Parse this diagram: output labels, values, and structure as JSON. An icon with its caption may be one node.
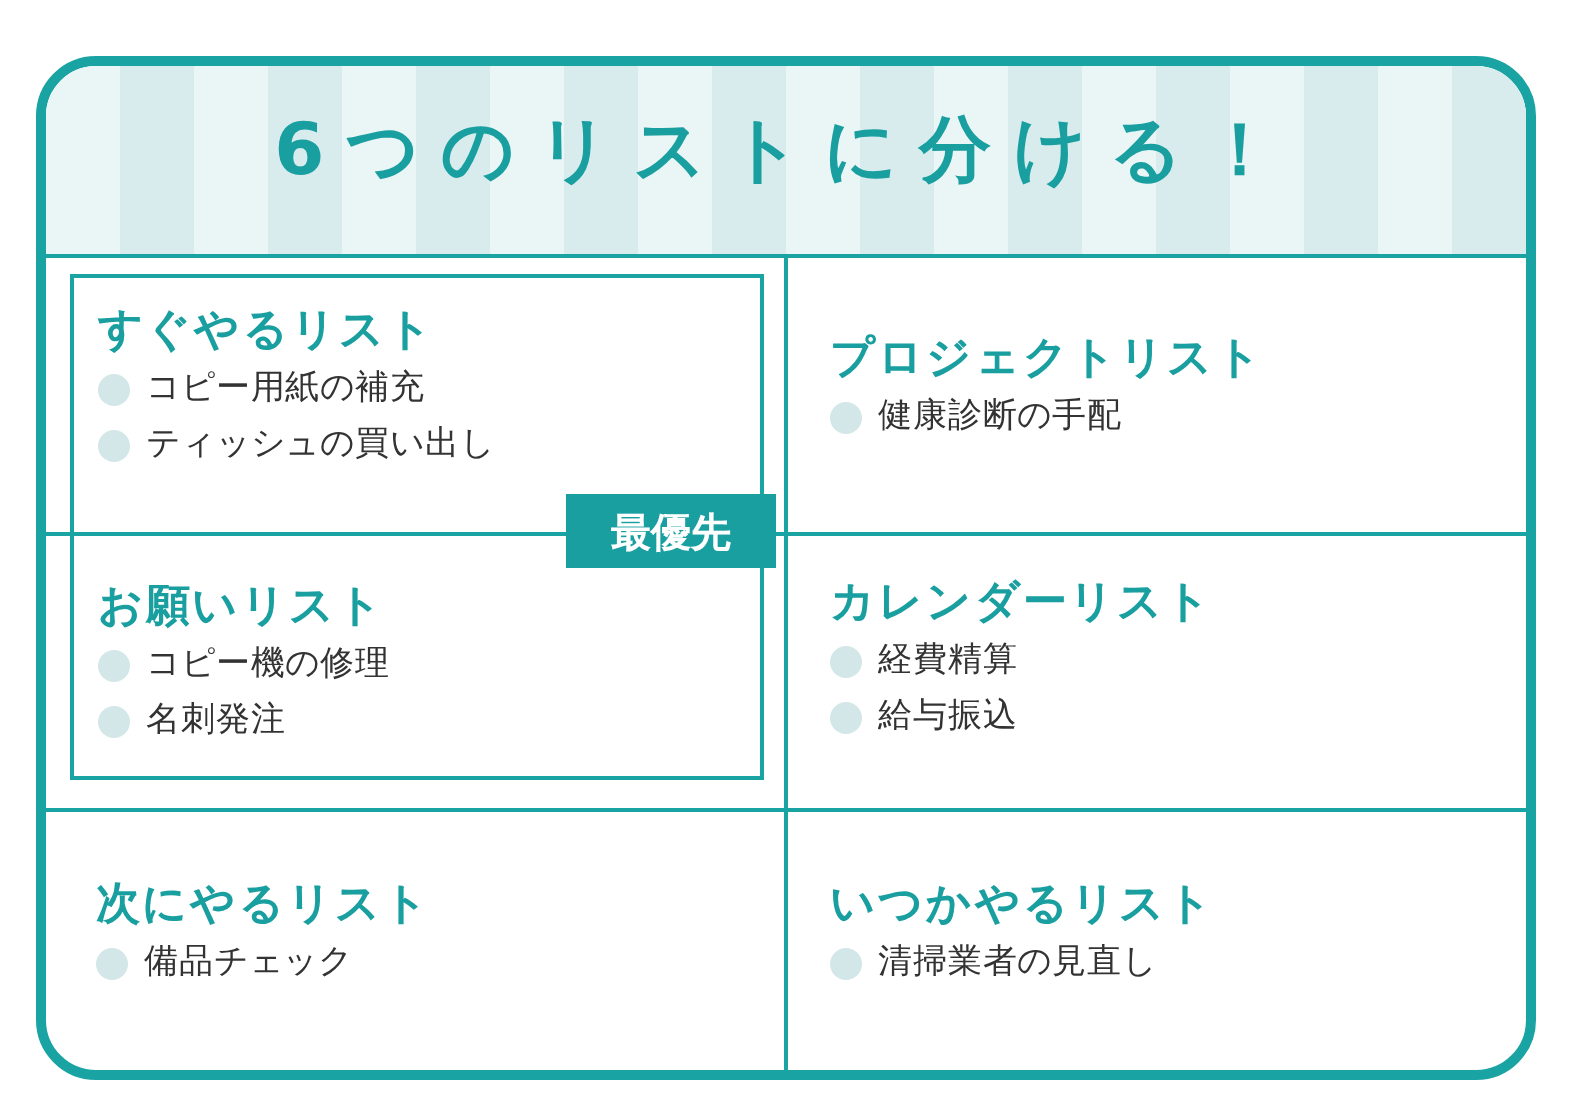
{
  "diagram": {
    "title": "6つのリストに分ける！",
    "nodes": [
      {
        "text": [
          "最優先"
        ]
      },
      {
        "text": [
          "すぐやるリスト",
          "コピー用紙の補充",
          "ティッシュの買い出し"
        ],
        "in": 0
      },
      {
        "text": [
          "プロジェクトリスト",
          "健康診断の手配"
        ]
      },
      {
        "text": [
          "お願いリスト",
          "コピー機の修理",
          "名刺発注"
        ],
        "in": 0
      },
      {
        "text": [
          "カレンダーリスト",
          "経費精算",
          "給与振込"
        ]
      },
      {
        "text": [
          "次にやるリスト",
          "備品チェック"
        ]
      },
      {
        "text": [
          "いつかやるリスト",
          "清掃業者の見直し"
        ]
      }
    ],
    "edges": []
  }
}
